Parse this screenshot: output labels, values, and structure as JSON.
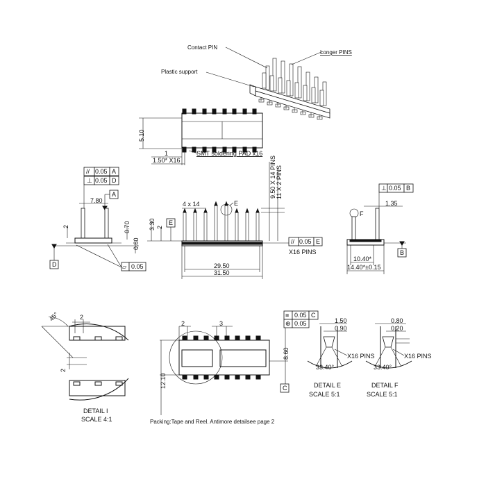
{
  "callouts": {
    "contact_pin": "Contact PIN",
    "longer_pins": "Longer PINS",
    "plastic_support": "Plastic support",
    "smt_pad": "SMT soldering PAD x16"
  },
  "top_view": {
    "height": "5.10",
    "one": "1",
    "pitch": "1.50* X16"
  },
  "side_left": {
    "fcf_parallel": [
      "//",
      "0.05",
      "A"
    ],
    "fcf_perp": [
      "⊥",
      "0.05",
      "D"
    ],
    "datum_a": "A",
    "datum_d": "D",
    "width": "7.80",
    "d2": "2",
    "d070": "0.70",
    "d080": "0.80",
    "fcf_flat": [
      "▱",
      "0.05"
    ]
  },
  "front": {
    "pitch": "4 x 14",
    "datum_e_circle": "E",
    "datum_e": "E",
    "d330": "3.30",
    "d2": "2",
    "pins14": "9.50 X 14 PINS",
    "pins2": "11 X 2 PINS",
    "fcf": [
      "//",
      "0.05",
      "E"
    ],
    "x16": "X16 PINS",
    "w2950": "29.50",
    "w3150": "31.50"
  },
  "side_right": {
    "fcf": [
      "⊥",
      "0.05",
      "B"
    ],
    "d135": "1.35",
    "circle_f": "F",
    "d1040": "10.40*",
    "d1440": "14.40*±0.15",
    "datum_b": "B"
  },
  "detail_i": {
    "angle": "45°",
    "d2a": "2",
    "d2b": "2",
    "title": "DETAIL I",
    "scale": "SCALE 4:1"
  },
  "bottom": {
    "d2": "2",
    "d3": "3",
    "d1210": "12.10",
    "d860": "8.60",
    "datum_c": "C",
    "fcf1": [
      "≡",
      "0.05",
      "C"
    ],
    "fcf2": [
      "⊕",
      "0.05"
    ]
  },
  "detail_e": {
    "d150": "1.50",
    "d090": "0.90",
    "x16": "X16 PINS",
    "angle": "33.40°",
    "title": "DETAIL E",
    "scale": "SCALE 5:1"
  },
  "detail_f": {
    "d080": "0.80",
    "d020": "0.20",
    "x16": "X16 PINS",
    "angle": "33.40°",
    "title": "DETAIL F",
    "scale": "SCALE 5:1"
  },
  "footer": {
    "note": "Packing:Tape and Reel. Antimore detailsee page 2"
  }
}
